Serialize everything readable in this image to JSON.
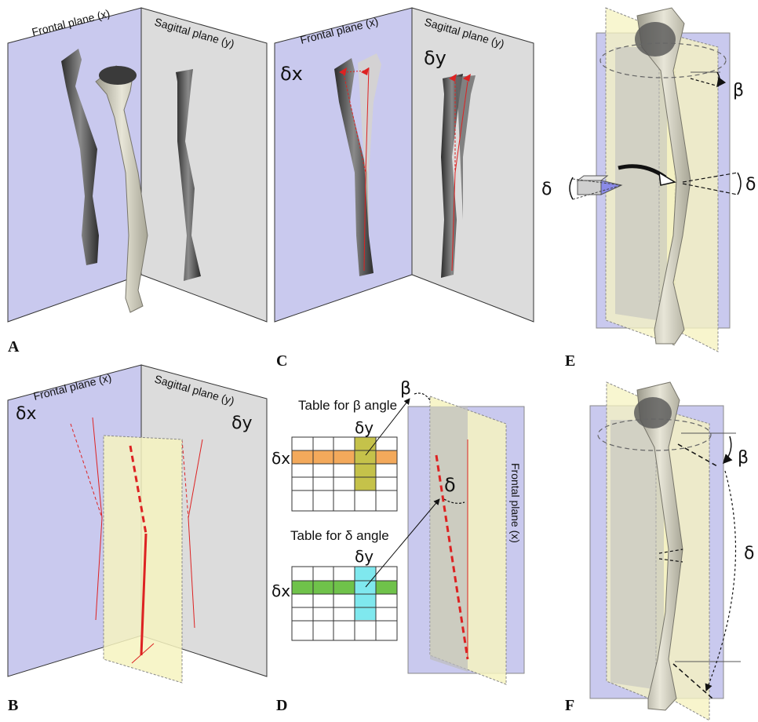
{
  "panels": {
    "A": {
      "letter": "A",
      "frontal_label": "Frontal plane (x)",
      "sagittal_label": "Sagittal plane (y)"
    },
    "B": {
      "letter": "B",
      "frontal_label": "Frontal plane (x)",
      "sagittal_label": "Sagittal plane (y)",
      "dx": "δx",
      "dy": "δy"
    },
    "C": {
      "letter": "C",
      "frontal_label": "Frontal plane (x)",
      "sagittal_label": "Sagittal plane (y)",
      "dx": "δx",
      "dy": "δy"
    },
    "D": {
      "letter": "D",
      "table_beta_title": "Table for β angle",
      "table_delta_title": "Table for δ angle",
      "dx": "δx",
      "dy": "δy",
      "beta": "β",
      "delta": "δ",
      "frontal_label": "Frontal plane (x)"
    },
    "E": {
      "letter": "E",
      "beta": "β",
      "delta_left": "δ",
      "delta_right": "δ"
    },
    "F": {
      "letter": "F",
      "beta": "β",
      "delta": "δ"
    }
  },
  "colors": {
    "frontal_plane": "#c9c9ee",
    "sagittal_plane": "#dcdcdc",
    "osteotomy_plane": "#f6f3c0",
    "red_line": "#dd2222",
    "bone": "#cfcdbd",
    "bone_dark": "#3a3a3a",
    "highlight_orange": "#f3a95b",
    "highlight_olive": "#c5c24a",
    "highlight_green": "#6fc24a",
    "highlight_cyan": "#7fe8ee"
  }
}
